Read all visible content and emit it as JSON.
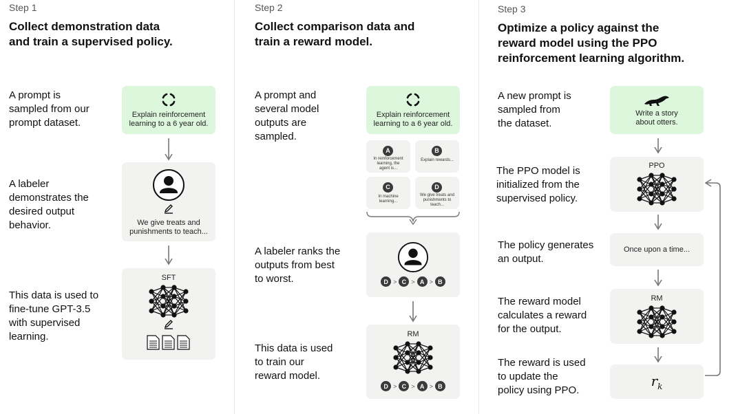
{
  "step1": {
    "label": "Step 1",
    "title_l1": "Collect demonstration data",
    "title_l2": "and train a supervised policy.",
    "desc1": [
      "A prompt is",
      "sampled from our",
      "prompt dataset."
    ],
    "desc2": [
      "A labeler",
      "demonstrates the",
      "desired output",
      "behavior."
    ],
    "desc3": [
      "This data is used to",
      "fine-tune GPT-3.5",
      "with supervised",
      "learning."
    ],
    "prompt": [
      "Explain reinforcement",
      "learning to a 6 year old."
    ],
    "demo": [
      "We give treats and",
      "punishments to teach..."
    ],
    "model_label": "SFT"
  },
  "step2": {
    "label": "Step 2",
    "title_l1": "Collect comparison data and",
    "title_l2": "train a reward model.",
    "desc1": [
      "A prompt and",
      "several model",
      "outputs are",
      "sampled."
    ],
    "desc2": [
      "A labeler ranks the",
      "outputs from best",
      "to worst."
    ],
    "desc3": [
      "This data is used",
      "to train our",
      "reward model."
    ],
    "prompt": [
      "Explain reinforcement",
      "learning to a 6 year old."
    ],
    "outputs": [
      {
        "badge": "A",
        "text": [
          "In reinforcement",
          "learning, the",
          "agent is..."
        ]
      },
      {
        "badge": "B",
        "text": [
          "Explain rewards..."
        ]
      },
      {
        "badge": "C",
        "text": [
          "In machine",
          "learning..."
        ]
      },
      {
        "badge": "D",
        "text": [
          "We give treats and",
          "punishments to",
          "teach..."
        ]
      }
    ],
    "ranking": [
      "D",
      "C",
      "A",
      "B"
    ],
    "model_label": "RM"
  },
  "step3": {
    "label": "Step 3",
    "title_l1": "Optimize a policy against the",
    "title_l2": "reward model using the PPO",
    "title_l3": "reinforcement learning algorithm.",
    "desc1": [
      "A new prompt is",
      "sampled from",
      "the dataset."
    ],
    "desc2": [
      "The PPO model is",
      "initialized from the",
      "supervised policy."
    ],
    "desc3": [
      "The policy generates",
      "an output."
    ],
    "desc4": [
      "The reward model",
      "calculates a reward",
      "for the output."
    ],
    "desc5": [
      "The reward is used",
      "to update the",
      "policy using PPO."
    ],
    "prompt": [
      "Write a story",
      "about otters."
    ],
    "ppo_label": "PPO",
    "output": "Once upon a time...",
    "rm_label": "RM",
    "reward": "r",
    "reward_sub": "k"
  }
}
